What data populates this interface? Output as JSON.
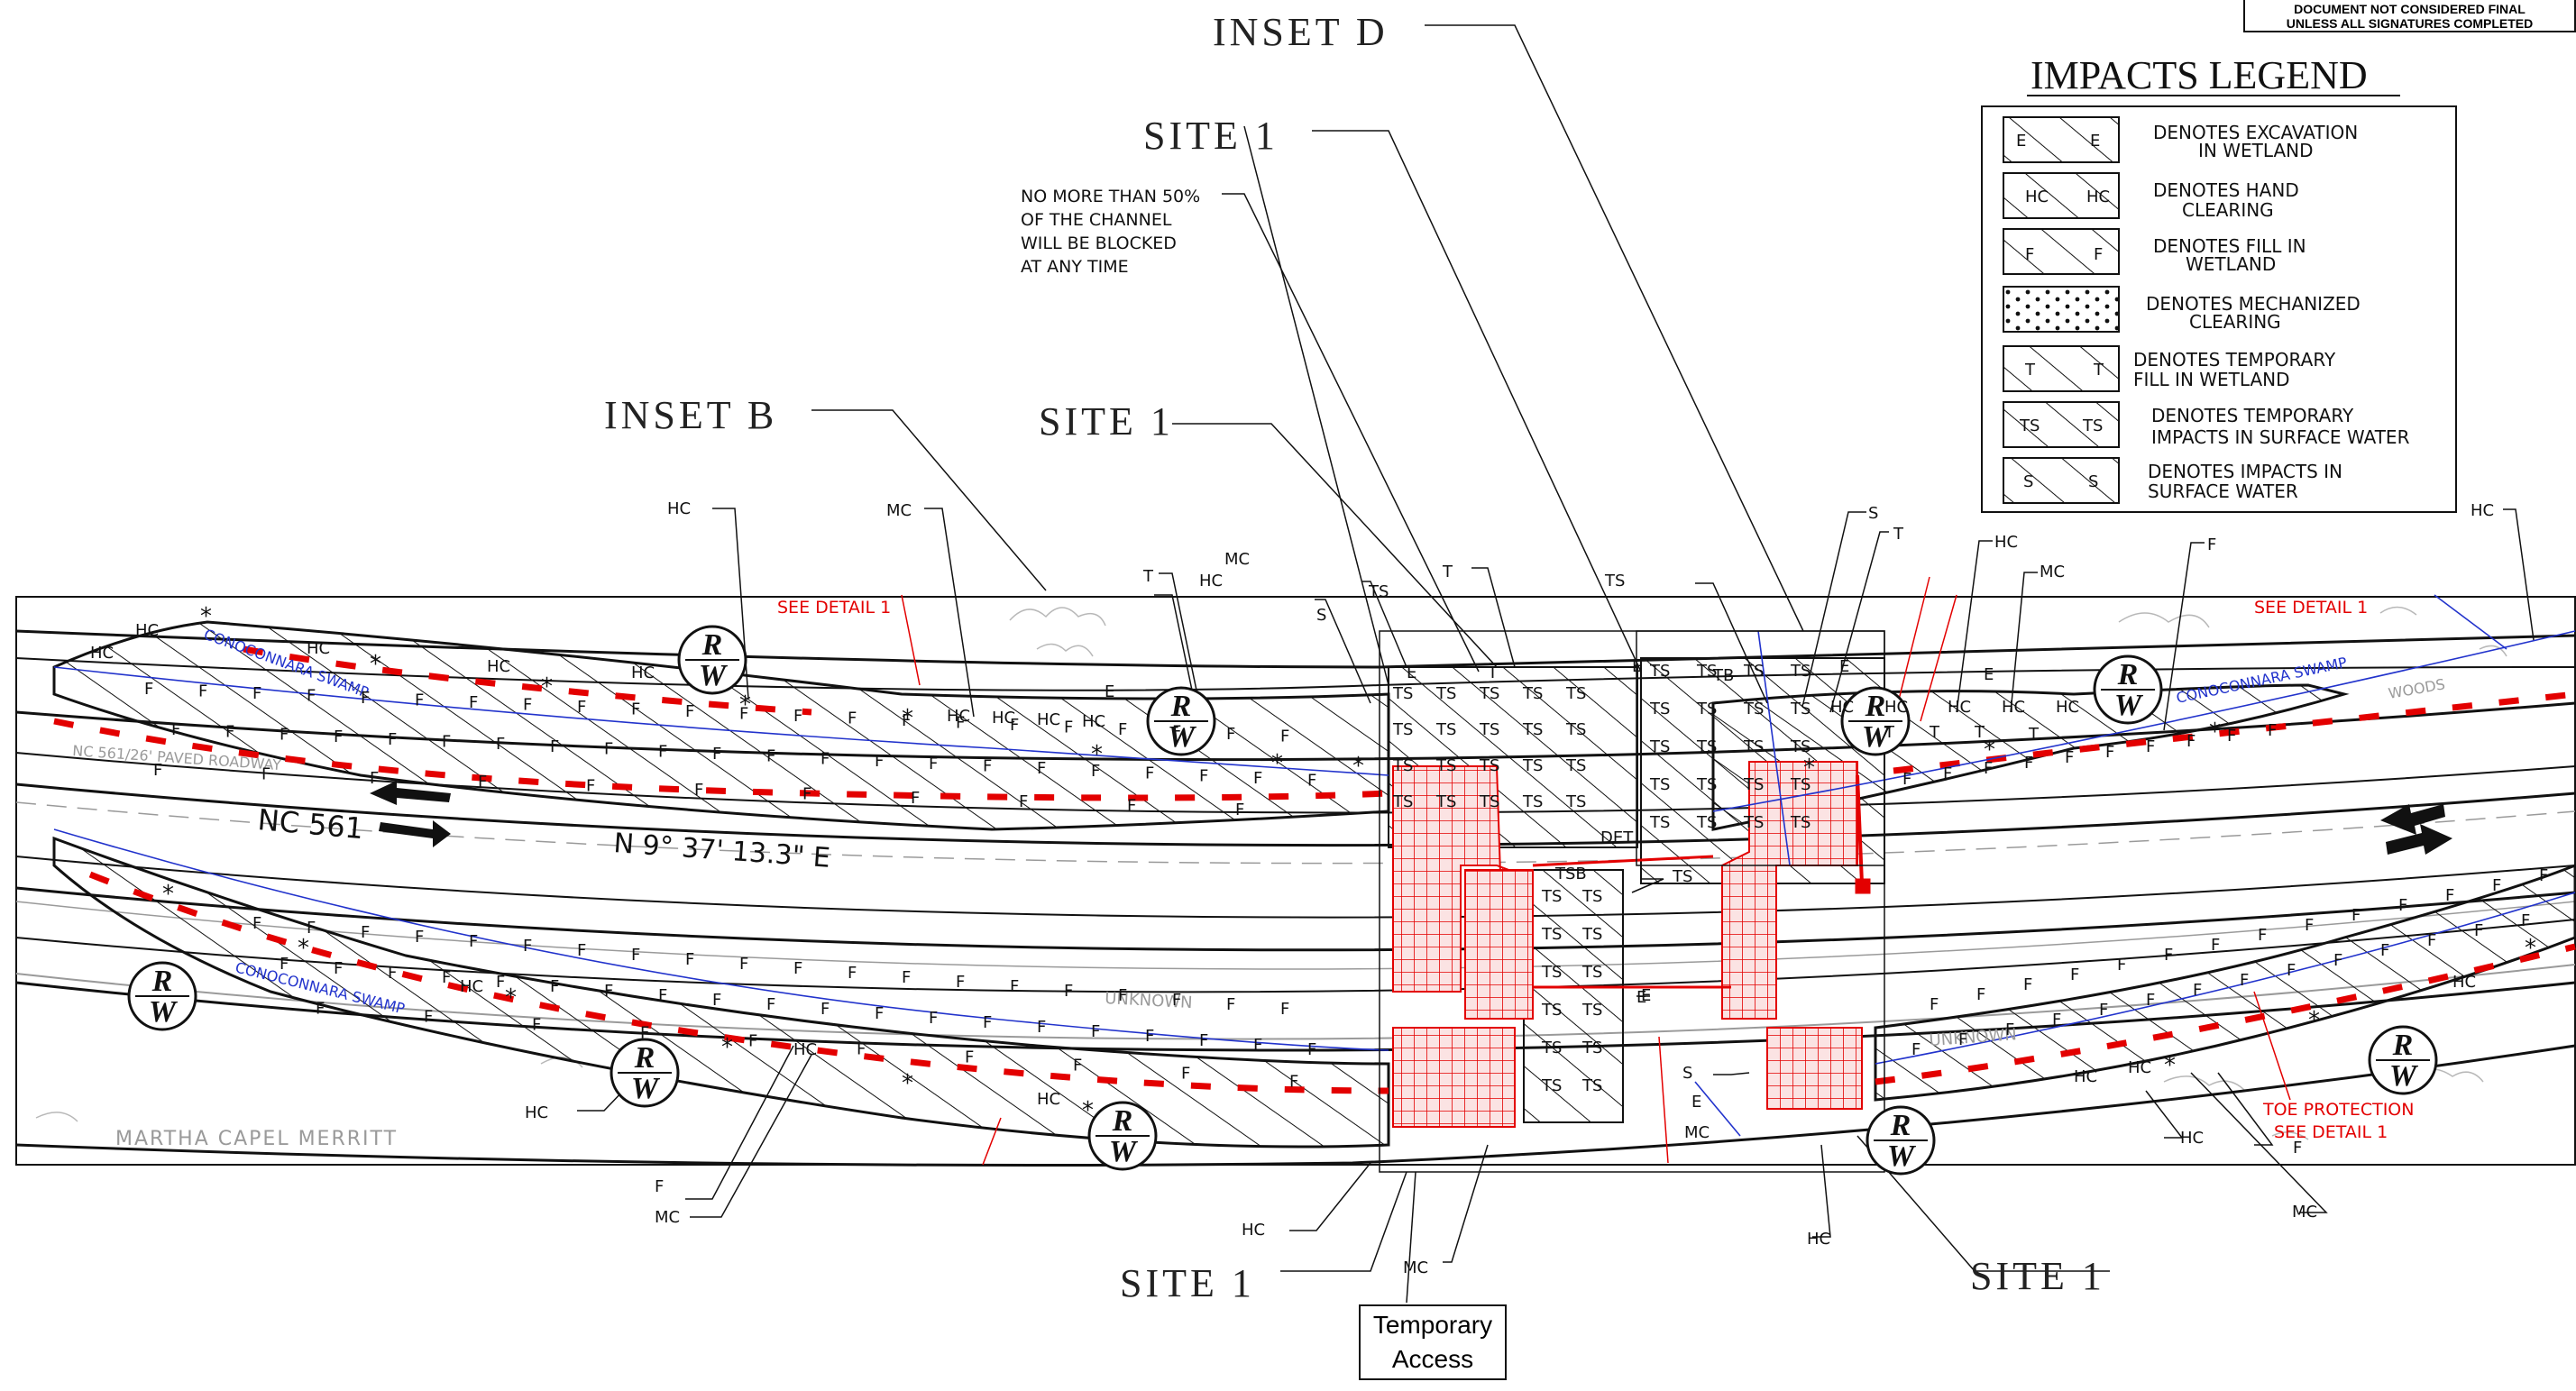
{
  "header": {
    "warning_line1": "DOCUMENT NOT CONSIDERED FINAL",
    "warning_line2": "UNLESS ALL SIGNATURES COMPLETED"
  },
  "callouts": {
    "inset_d": "INSET D",
    "inset_b": "INSET B",
    "site1": "SITE 1"
  },
  "note": {
    "line1": "NO MORE THAN 50%",
    "line2": "OF THE CHANNEL",
    "line3": "WILL BE BLOCKED",
    "line4": "AT ANY TIME"
  },
  "temporary_access": {
    "line1": "Temporary",
    "line2": "Access"
  },
  "legend": {
    "title": "IMPACTS LEGEND",
    "items": [
      {
        "symbol": "E",
        "line1": "DENOTES EXCAVATION",
        "line2": "IN WETLAND"
      },
      {
        "symbol": "HC",
        "line1": "DENOTES HAND",
        "line2": "CLEARING"
      },
      {
        "symbol": "F",
        "line1": "DENOTES FILL IN",
        "line2": "WETLAND"
      },
      {
        "symbol": "",
        "line1": "DENOTES MECHANIZED",
        "line2": "CLEARING"
      },
      {
        "symbol": "T",
        "line1": "DENOTES TEMPORARY",
        "line2": "FILL IN WETLAND"
      },
      {
        "symbol": "TS",
        "line1": "DENOTES TEMPORARY",
        "line2": "IMPACTS IN SURFACE WATER"
      },
      {
        "symbol": "S",
        "line1": "DENOTES IMPACTS IN",
        "line2": "SURFACE WATER"
      }
    ]
  },
  "labels": {
    "hc": "HC",
    "mc": "MC",
    "t": "T",
    "ts": "TS",
    "s": "S",
    "e": "E",
    "f": "F",
    "see_detail": "SEE DETAIL 1",
    "toe_protection": "TOE PROTECTION",
    "see_detail_1": "SEE DETAIL 1",
    "rw_r": "R",
    "rw_w": "W",
    "tb": "TB",
    "tsb": "TSB",
    "det": "DET"
  },
  "roads": {
    "nc561": "NC 561",
    "bearing": "N 9° 37' 13.3\" E",
    "paved": "NC 561/26' PAVED ROADWAY",
    "unknown": "UNKNOWN",
    "swamp": "CONOCONNARA SWAMP",
    "owner": "MARTHA CAPEL MERRITT",
    "woods": "WOODS"
  },
  "colors": {
    "red": "#e30000",
    "blue": "#2233cc",
    "grey": "#9a9a9a",
    "ink": "#111111"
  }
}
